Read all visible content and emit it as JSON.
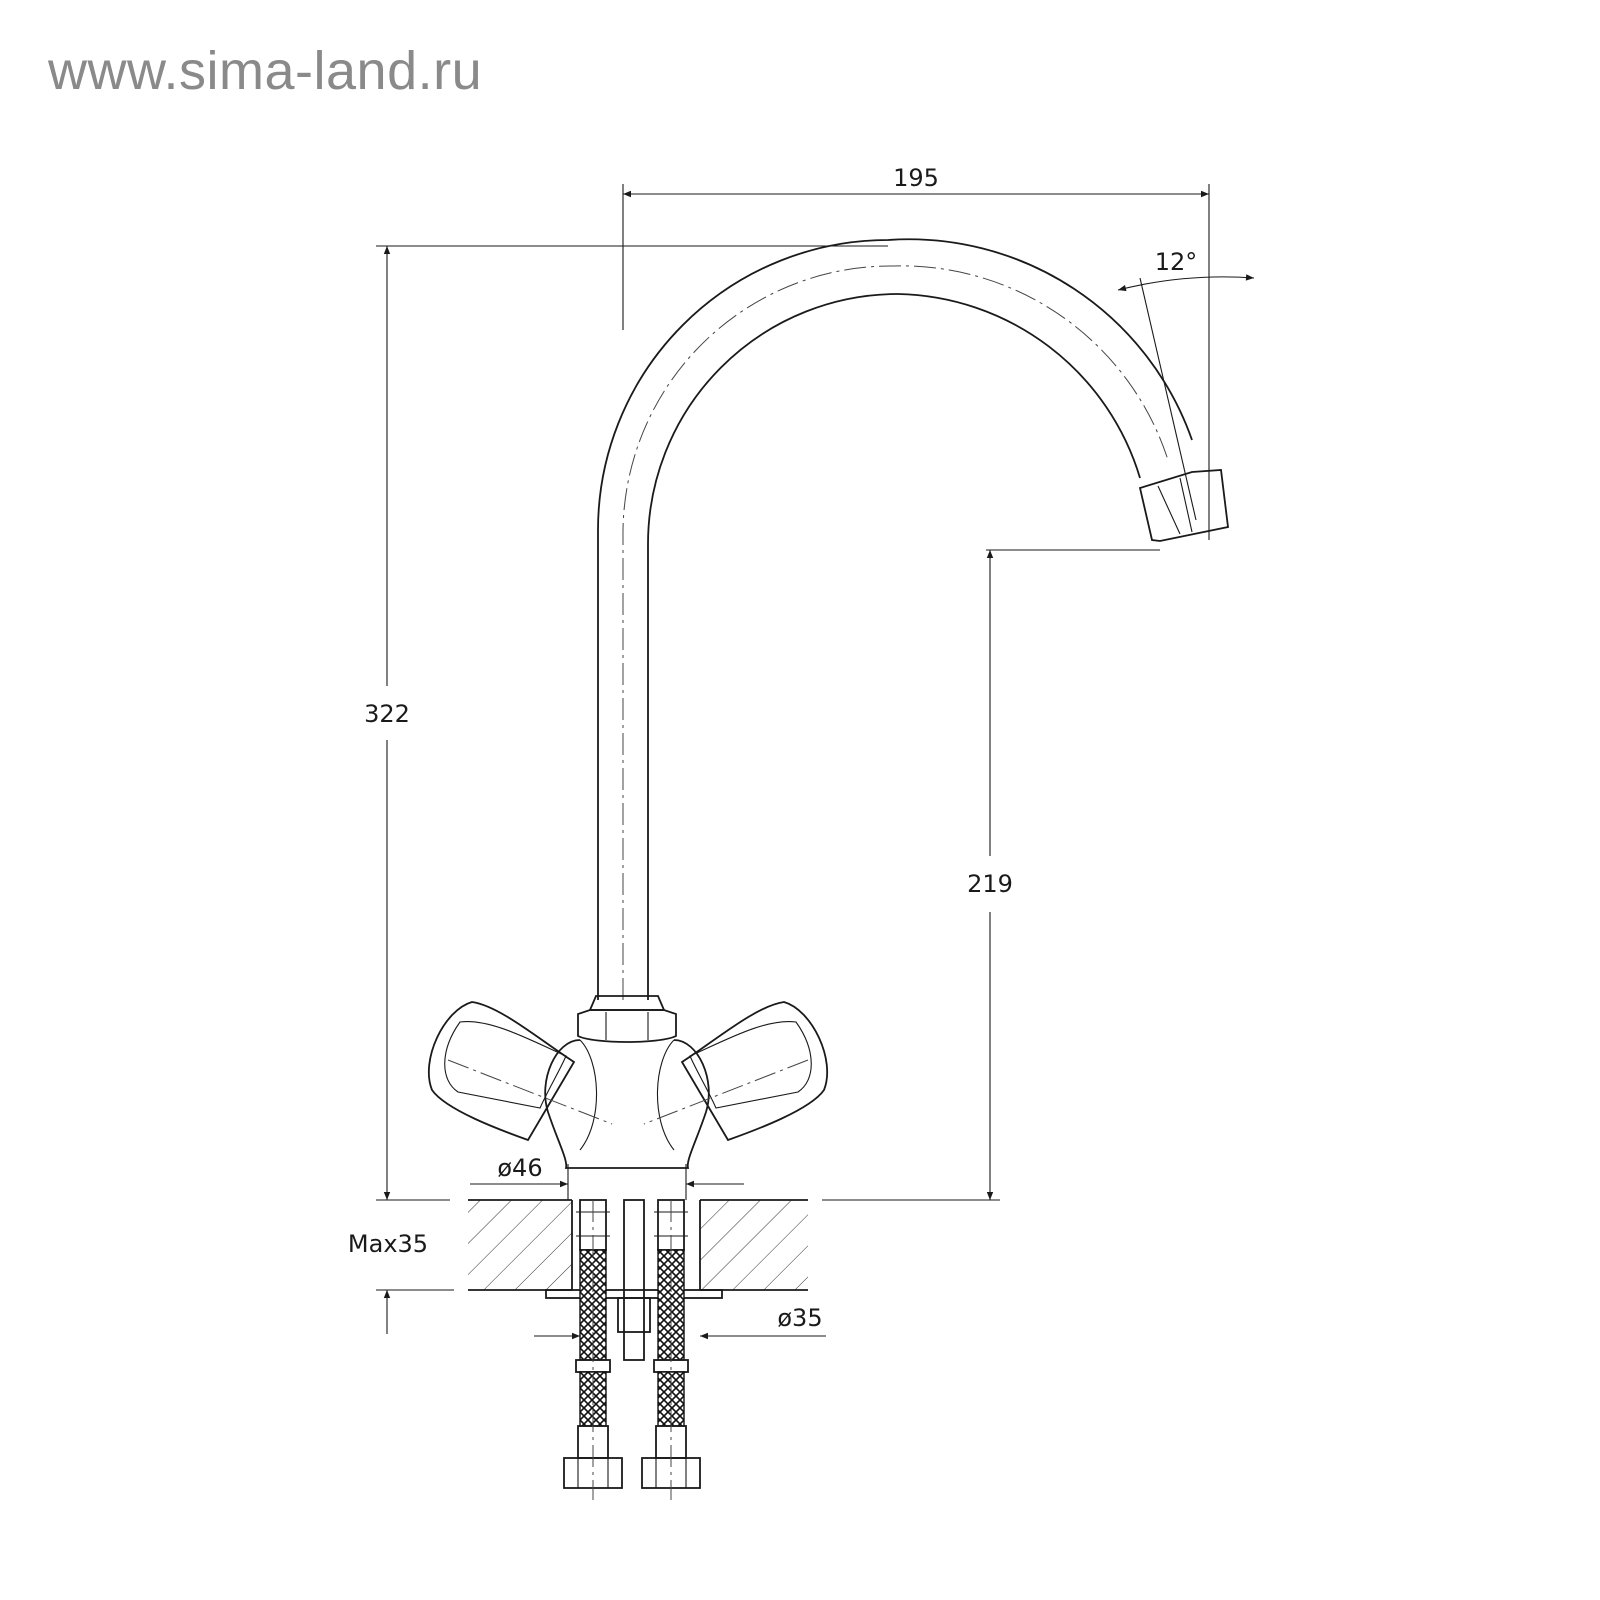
{
  "watermark": "www.sima-land.ru",
  "dimensions": {
    "width": "195",
    "height": "322",
    "spout_height": "219",
    "angle": "12°",
    "base_diameter": "ø46",
    "hole_diameter": "ø35",
    "max_thickness": "Max35"
  }
}
